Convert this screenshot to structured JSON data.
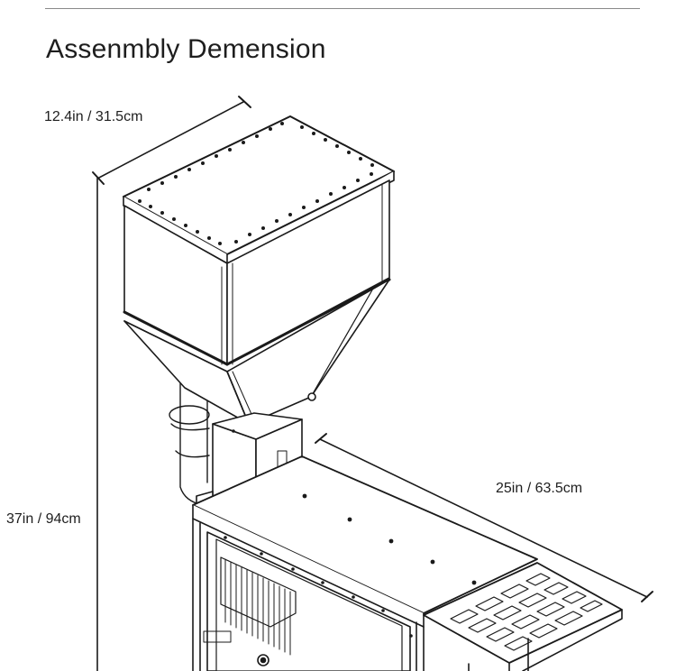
{
  "heading": "Assenmbly Demension",
  "dimensions": {
    "depth": "12.4in / 31.5cm",
    "height": "37in / 94cm",
    "width": "25in / 63.5cm"
  },
  "colors": {
    "line": "#1a1a1a",
    "rule": "#8a8a8a",
    "background": "#ffffff"
  }
}
